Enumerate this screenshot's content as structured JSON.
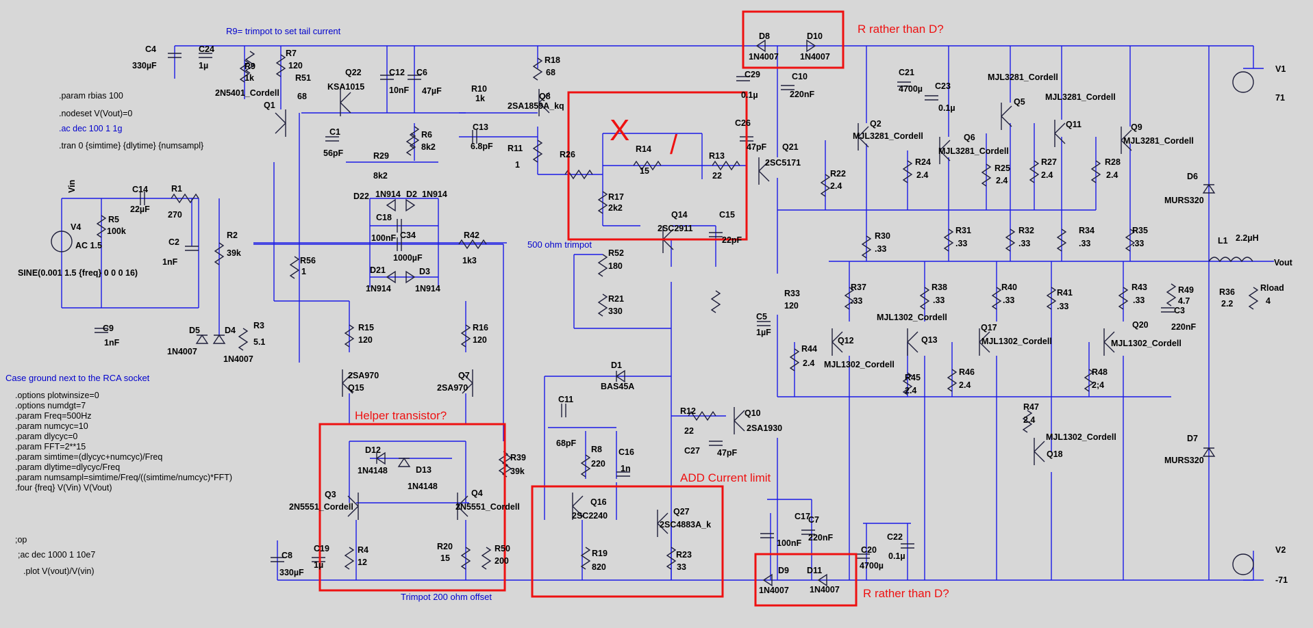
{
  "colors": {
    "background": "#d7d7d7",
    "wire": "#1a1ae6",
    "component": "#1e1e3a",
    "label": "#000000",
    "directive": "#0000cc",
    "annotation": "#ee1111"
  },
  "annotations": {
    "r_rather_top": "R rather than D?",
    "r_rather_bottom": "R rather than D?",
    "helper": "Helper transistor?",
    "add_current_limit": "ADD Current limit",
    "cross_mark": "X",
    "check_mark": "/"
  },
  "notes": {
    "r9_note": "R9= trimpot to set tail current",
    "trim500": "500 ohm trimpot",
    "trim200": "Trimpot 200 ohm offset",
    "case_ground": "Case ground next to the RCA socket"
  },
  "directives": {
    "top": [
      ".param rbias 100",
      ".nodeset V(Vout)=0",
      ".ac dec 100 1 1g",
      ".tran 0 {simtime} {dlytime} {numsampl}"
    ],
    "options": [
      ".options plotwinsize=0",
      ".options numdgt=7",
      ".param Freq=500Hz",
      ".param numcyc=10",
      ".param dlycyc=0",
      ".param FFT=2**15",
      ".param simtime=(dlycyc+numcyc)/Freq",
      ".param dlytime=dlycyc/Freq",
      ".param numsampl=simtime/Freq/((simtime/numcyc)*FFT)",
      ".four {freq} V(Vin) V(Vout)"
    ],
    "bottom": [
      ";op",
      ";ac dec 1000 1 10e7",
      ".plot V(vout)/V(vin)"
    ]
  },
  "labels": {
    "vin": "Vin",
    "vout": "Vout",
    "v4": "V4",
    "v4_val": "AC 1.5",
    "v4_sine": "SINE(0.001 1.5 {freq} 0 0 0 16)",
    "v1": "V1",
    "v1_val": "71",
    "v2": "V2",
    "v2_val": "-71",
    "c4": "C4",
    "c4_val": "330µF",
    "c24": "C24",
    "c24_val": "1µ",
    "r9": "R9",
    "r9_val": "1k",
    "r7": "R7",
    "r7_val": "120",
    "r51": "R51",
    "r51_val": "68",
    "q22": "Q22",
    "q22_val": "KSA1015",
    "q1": "Q1",
    "q1_val": "2N5401_Cordell",
    "c12": "C12",
    "c12_val": "10nF",
    "c6": "C6",
    "c6_val": "47µF",
    "r18": "R18",
    "r18_val": "68",
    "q8": "Q8",
    "q8_val": "2SA1859A_kq",
    "r10": "R10",
    "r10_val": "1k",
    "c13": "C13",
    "c13_val": "6.8pF",
    "r11": "R11",
    "r11_val": "1",
    "r6": "R6",
    "r6_val": "8k2",
    "c1": "C1",
    "c1_val": "56pF",
    "r29": "R29",
    "r29_val": "8k2",
    "r26": "R26",
    "r14": "R14",
    "r14_val": "15",
    "r13": "R13",
    "r13_val": "22",
    "r17": "R17",
    "r17_val": "2k2",
    "q14": "Q14",
    "q14_val": "2SC2911",
    "c15": "C15",
    "c15_val": "22pF",
    "c26": "C26",
    "c26_val": "47pF",
    "q21": "Q21",
    "q21_val": "2SC5171",
    "c29": "C29",
    "c29_val": "0.1µ",
    "c10": "C10",
    "c10_val": "220nF",
    "d8": "D8",
    "d8_val": "1N4007",
    "d10": "D10",
    "d10_val": "1N4007",
    "c21": "C21",
    "c21_val": "4700µ",
    "c23": "C23",
    "c23_val": "0.1µ",
    "q2": "Q2",
    "q2_val": "MJL3281_Cordell",
    "q6": "Q6",
    "q6_val": "MJL3281_Cordell",
    "q5": "Q5",
    "q5_val": "MJL3281_Cordell",
    "q11": "Q11",
    "q11_val": "MJL3281_Cordell",
    "q9": "Q9",
    "q9_val": "MJL3281_Cordell",
    "r22": "R22",
    "r22_val": "2.4",
    "r24": "R24",
    "r24_val": "2.4",
    "r25": "R25",
    "r25_val": "2.4",
    "r27": "R27",
    "r27_val": "2.4",
    "r28": "R28",
    "r28_val": "2.4",
    "r30": "R30",
    "r30_val": ".33",
    "r31": "R31",
    "r31_val": ".33",
    "r32": "R32",
    "r32_val": ".33",
    "r34": "R34",
    "r34_val": ".33",
    "r35": "R35",
    "r35_val": ".33",
    "d6": "D6",
    "d6_val": "MURS320",
    "d7": "D7",
    "d7_val": "MURS320",
    "l1": "L1",
    "l1_val": "2.2µH",
    "r36": "R36",
    "r36_val": "2.2",
    "r49": "R49",
    "r49_val": "4.7",
    "c3": "C3",
    "c3_val": "220nF",
    "rload": "Rload",
    "rload_val": "4",
    "c14": "C14",
    "c14_val": "22µF",
    "r1": "R1",
    "r1_val": "270",
    "r5": "R5",
    "r5_val": "100k",
    "c2": "C2",
    "c2_val": "1nF",
    "r2": "R2",
    "r2_val": "39k",
    "c9": "C9",
    "c9_val": "1nF",
    "d5": "D5",
    "d5_val": "1N4007",
    "d4": "D4",
    "d4_val": "1N4007",
    "r3": "R3",
    "r3_val": "5.1",
    "r56": "R56",
    "r56_val": "1",
    "d22": "D22",
    "d22_val": "1N914",
    "d2": "D2",
    "d2_val": "1N914",
    "c18": "C18",
    "c18_val": "100nF",
    "c34": "C34",
    "c34_val": "1000µF",
    "d21": "D21",
    "d21_val": "1N914",
    "d3": "D3",
    "d3_val": "1N914",
    "r42": "R42",
    "r42_val": "1k3",
    "r52": "R52",
    "r52_val": "180",
    "r21": "R21",
    "r21_val": "330",
    "r15": "R15",
    "r15_val": "120",
    "r16": "R16",
    "r16_val": "120",
    "q15": "Q15",
    "q15_val": "2SA970",
    "q7": "Q7",
    "q7_val": "2SA970",
    "d1": "D1",
    "d1_val": "BAS45A",
    "c11": "C11",
    "c11_val": "68pF",
    "r12": "R12",
    "r12_val": "22",
    "q10": "Q10",
    "q10_val": "2SA1930",
    "c27": "C27",
    "c27_val": "47pF",
    "r8": "R8",
    "r8_val": "220",
    "c16": "C16",
    "c16_val": "1n",
    "r33": "R33",
    "r33_val": "120",
    "c5": "C5",
    "c5_val": "1µF",
    "r37": "R37",
    "r37_val": ".33",
    "r38": "R38",
    "r38_val": ".33",
    "r40": "R40",
    "r40_val": ".33",
    "r41": "R41",
    "r41_val": ".33",
    "r43": "R43",
    "r43_val": ".33",
    "q13_val": "MJL1302_Cordell",
    "q13": "Q13",
    "q17": "Q17",
    "q17_val": "MJL1302_Cordell",
    "q20": "Q20",
    "q20_val": "MJL1302_Cordell",
    "q12": "Q12",
    "q12_val": "MJL1302_Cordell",
    "q18": "Q18",
    "q18_val": "MJL1302_Cordell",
    "r44": "R44",
    "r44_val": "2.4",
    "r45": "R45",
    "r45_val": "2.4",
    "r46": "R46",
    "r46_val": "2.4",
    "r47": "R47",
    "r47_val": "2.4",
    "r48": "R48",
    "r48_val": "2;4",
    "d12": "D12",
    "d12_val": "1N4148",
    "d13": "D13",
    "d13_val": "1N4148",
    "r39": "R39",
    "r39_val": "39k",
    "q3": "Q3",
    "q3_val": "2N5551_Cordell",
    "q4": "Q4",
    "q4_val": "2N5551_Cordell",
    "r4": "R4",
    "r4_val": "12",
    "r20": "R20",
    "r20_val": "15",
    "r50": "R50",
    "r50_val": "200",
    "c8": "C8",
    "c8_val": "330µF",
    "c19": "C19",
    "c19_val": "1µ",
    "q16": "Q16",
    "q16_val": "2SC2240",
    "q27": "Q27",
    "q27_val": "2SC4883A_k",
    "r19": "R19",
    "r19_val": "820",
    "r23": "R23",
    "r23_val": "33",
    "c17": "C17",
    "c17_val": "100nF",
    "c7": "C7",
    "c7_val": "220nF",
    "c20": "C20",
    "c20_val": "4700µ",
    "c22": "C22",
    "c22_val": "0.1µ",
    "d9": "D9",
    "d9_val": "1N4007",
    "d11": "D11",
    "d11_val": "1N4007"
  }
}
